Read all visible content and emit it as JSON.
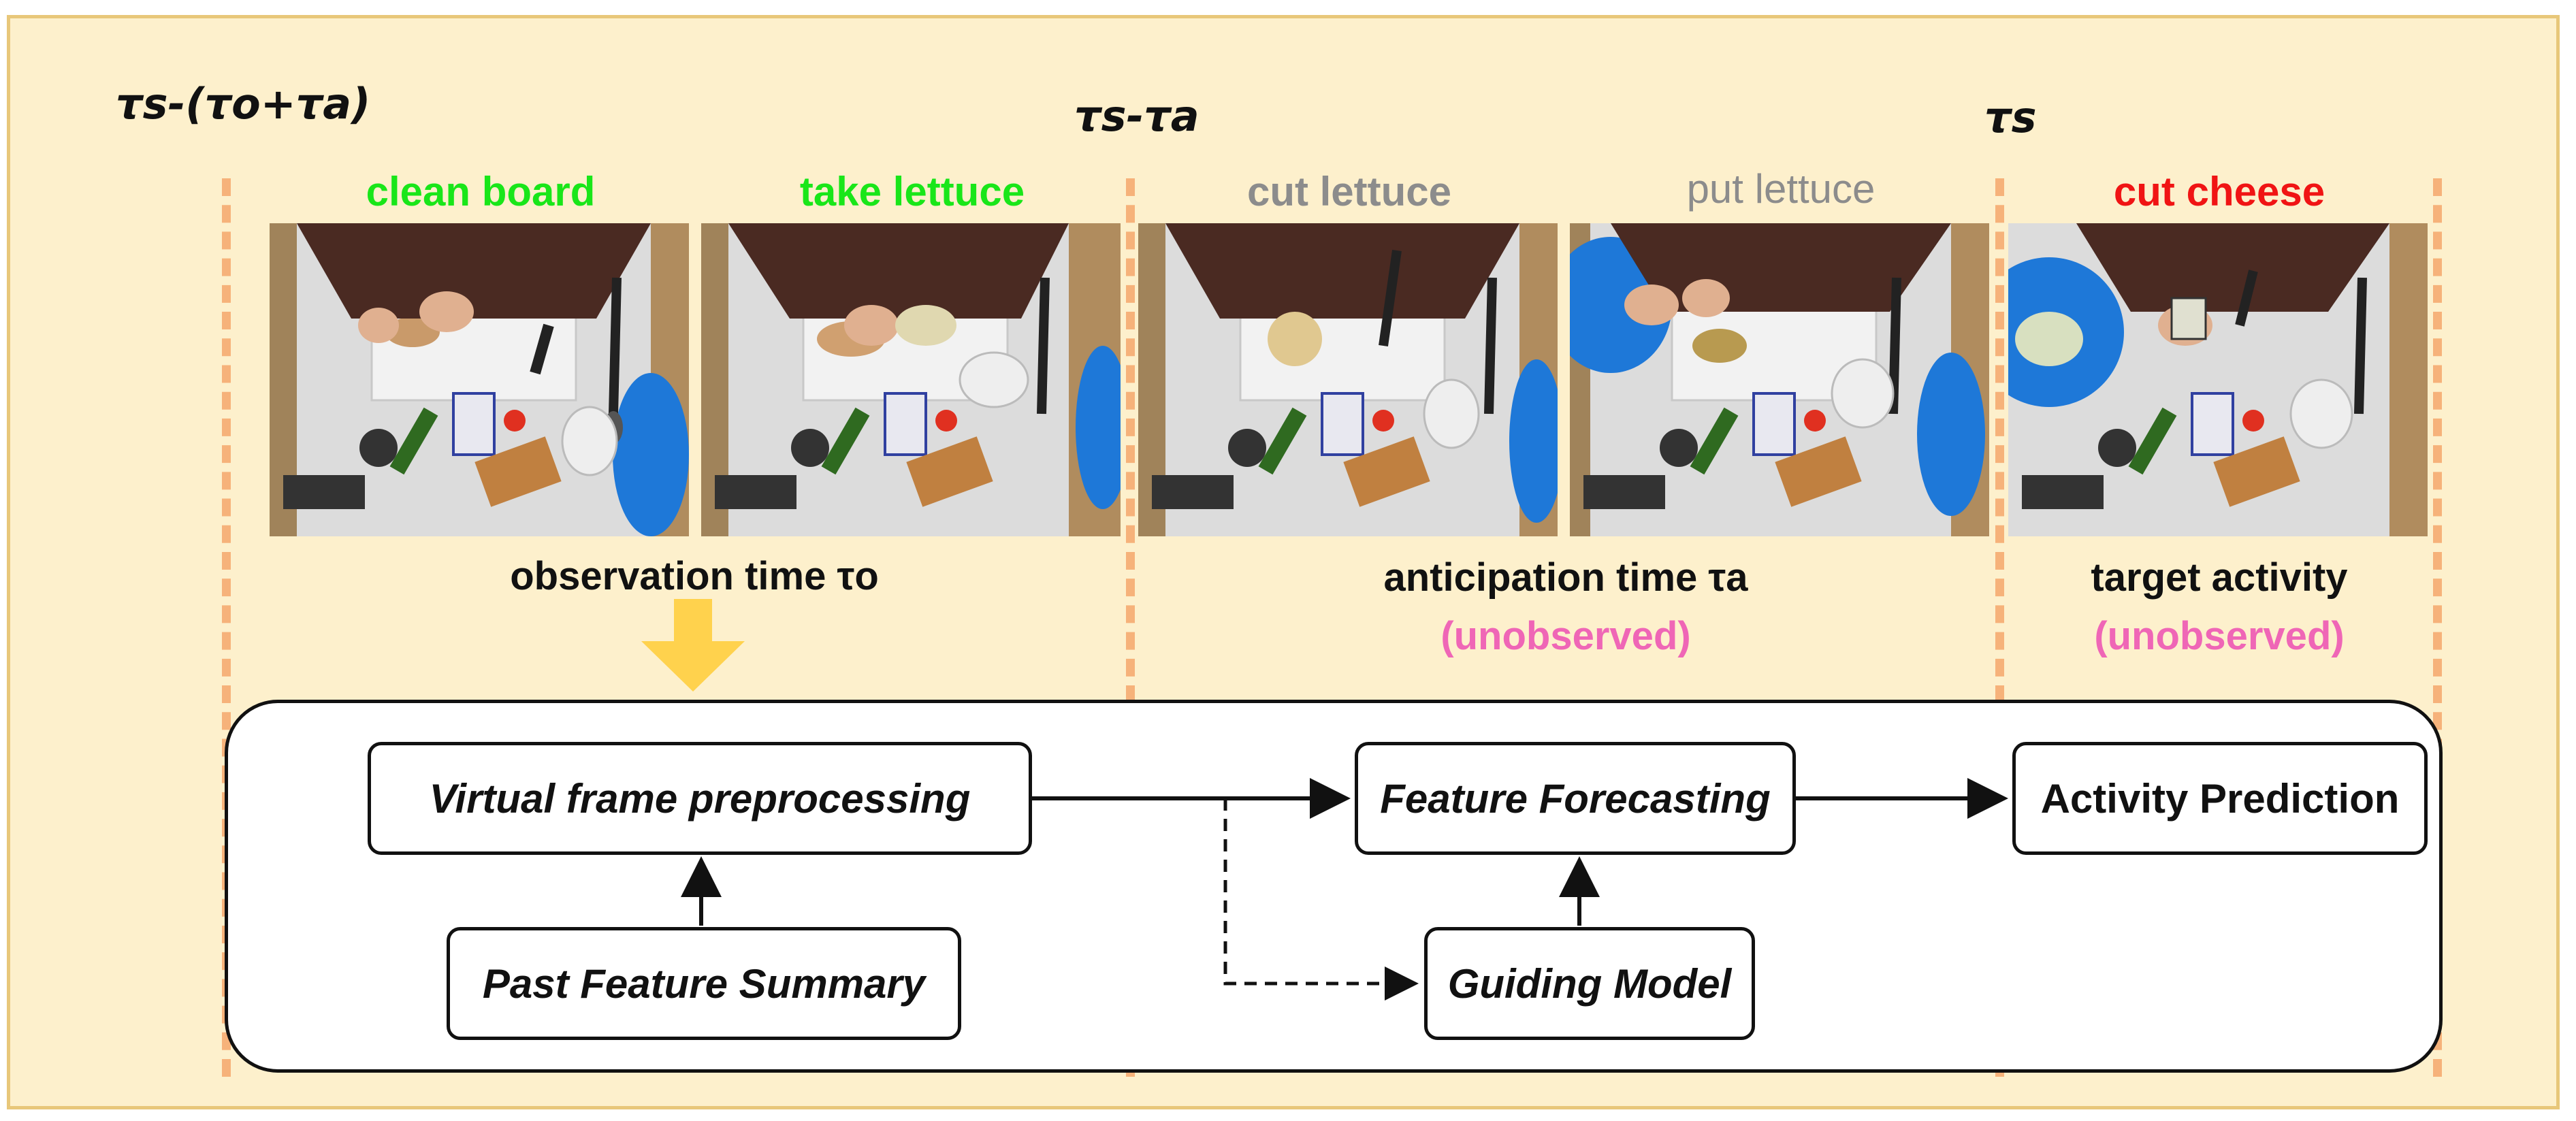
{
  "time_labels": {
    "start": "τs-(τo+τa)",
    "middle": "τs-τa",
    "end": "τs"
  },
  "activities": [
    {
      "label": "clean board",
      "color": "#19e619"
    },
    {
      "label": "take lettuce",
      "color": "#19e619"
    },
    {
      "label": "cut lettuce",
      "color": "#8c8c8c"
    },
    {
      "label": "put lettuce",
      "color": "#8c8c8c"
    },
    {
      "label": "cut cheese",
      "color": "#f01414"
    }
  ],
  "phases": {
    "observation": "observation time τo",
    "anticipation": "anticipation time τa",
    "anticipation_note": "(unobserved)",
    "target": "target activity",
    "target_note": "(unobserved)"
  },
  "boxes": {
    "virtual_frame": "Virtual frame preprocessing",
    "past_feature": "Past Feature Summary",
    "feature_forecasting": "Feature Forecasting",
    "guiding_model": "Guiding Model",
    "activity_prediction": "Activity Prediction"
  },
  "colors": {
    "background": "#fdf0cc",
    "border": "#e8c77a",
    "divider": "#f6b27a",
    "down_arrow": "#ffd24d",
    "unobserved": "#ef66b6"
  }
}
